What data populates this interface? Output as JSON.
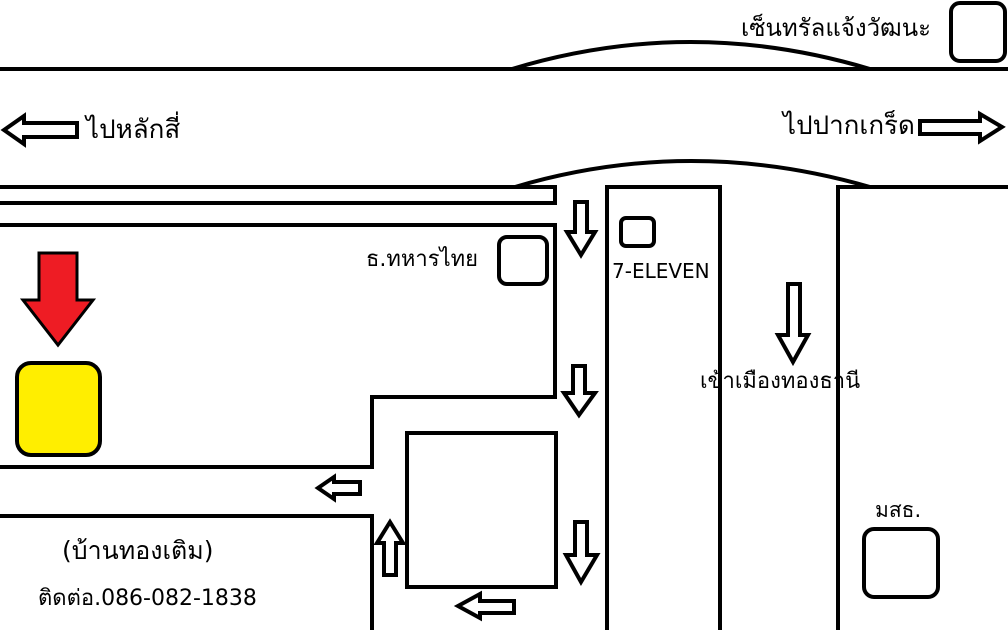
{
  "labels": {
    "central": "เซ็นทรัลแจ้งวัฒนะ",
    "to_laksi": "ไปหลักสี่",
    "to_pakkret": "ไปปากเกร็ด",
    "thai_military_bank": "ธ.ทหารไทย",
    "seven_eleven": "7-ELEVEN",
    "to_muang_thong": "เข้าเมืองทองธานี",
    "stou": "มสธ.",
    "house": "(บ้านทองเติม)",
    "contact": "ติดต่อ.086-082-1838"
  },
  "colors": {
    "destination_fill": "#ffee00",
    "marker_arrow": "#ee1c24",
    "road_line": "#000000"
  }
}
